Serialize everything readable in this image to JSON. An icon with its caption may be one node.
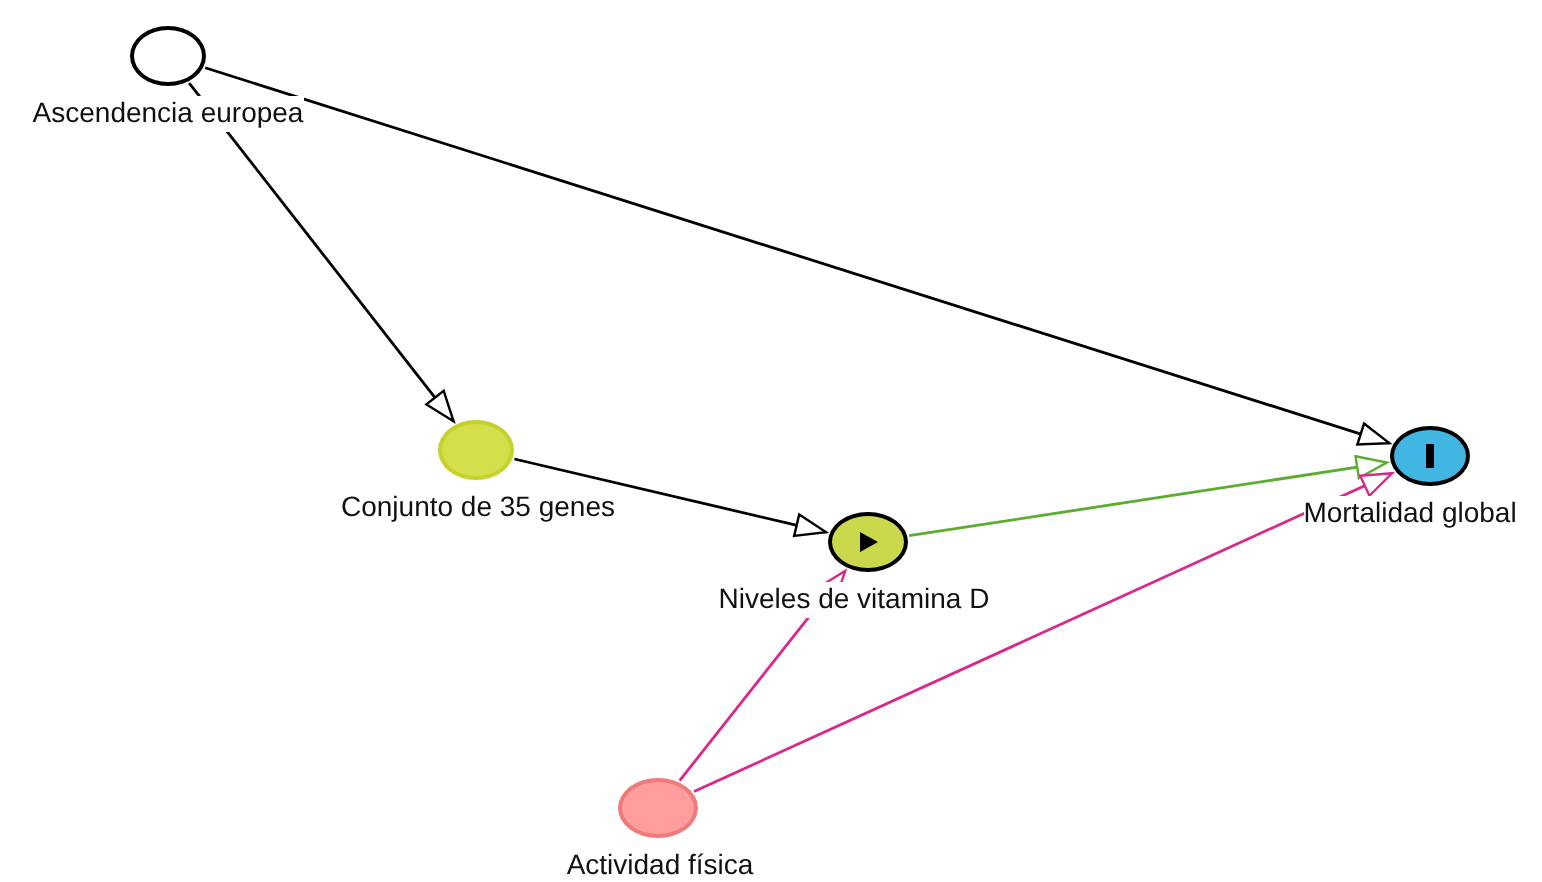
{
  "diagram": {
    "nodes": [
      {
        "text": [
          "Ascendencia europea"
        ]
      },
      {
        "text": [
          "Conjunto de 35 genes"
        ]
      },
      {
        "text": [
          "Mortalidad global"
        ]
      },
      {
        "text": [
          "Niveles de vitamina D"
        ]
      },
      {
        "text": [
          "Actividad física"
        ]
      }
    ],
    "edges": [
      {
        "from": 0,
        "to": 1,
        "arrow": "to"
      },
      {
        "from": 0,
        "to": 2,
        "arrow": "to"
      },
      {
        "from": 1,
        "to": 3,
        "arrow": "to"
      },
      {
        "from": 3,
        "to": 2,
        "arrow": "to",
        "color": "#5aad2e"
      },
      {
        "from": 4,
        "to": 3,
        "arrow": "to",
        "color": "#d9288c"
      },
      {
        "from": 4,
        "to": 2,
        "arrow": "to",
        "color": "#d9288c"
      }
    ]
  }
}
